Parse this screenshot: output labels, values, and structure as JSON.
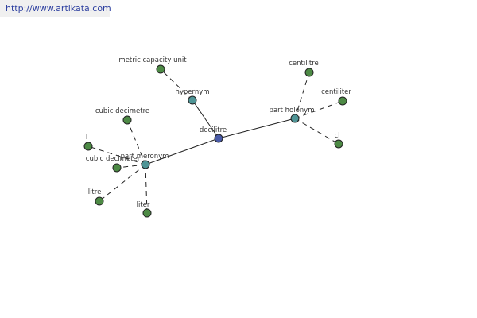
{
  "source_url": "http://www.artikata.com",
  "colors": {
    "root_node": "#4a5ba8",
    "relation_node": "#4f9596",
    "term_node": "#4d8a45",
    "edge": "#222222"
  },
  "nodes": {
    "decilitre": {
      "label": "decilitre",
      "kind": "root"
    },
    "hypernym": {
      "label": "hypernym",
      "kind": "relation"
    },
    "part_holonym": {
      "label": "part holonym",
      "kind": "relation"
    },
    "part_meronym": {
      "label": "part meronym",
      "kind": "relation"
    },
    "metric_capacity_unit": {
      "label": "metric capacity unit",
      "kind": "term"
    },
    "centilitre": {
      "label": "centilitre",
      "kind": "term"
    },
    "centiliter": {
      "label": "centiliter",
      "kind": "term"
    },
    "cl": {
      "label": "cl",
      "kind": "term"
    },
    "cubic_decimetre": {
      "label": "cubic decimetre",
      "kind": "term"
    },
    "l": {
      "label": "l",
      "kind": "term"
    },
    "cubic_decimeter": {
      "label": "cubic decimeter",
      "kind": "term"
    },
    "litre": {
      "label": "litre",
      "kind": "term"
    },
    "liter": {
      "label": "liter",
      "kind": "term"
    }
  }
}
